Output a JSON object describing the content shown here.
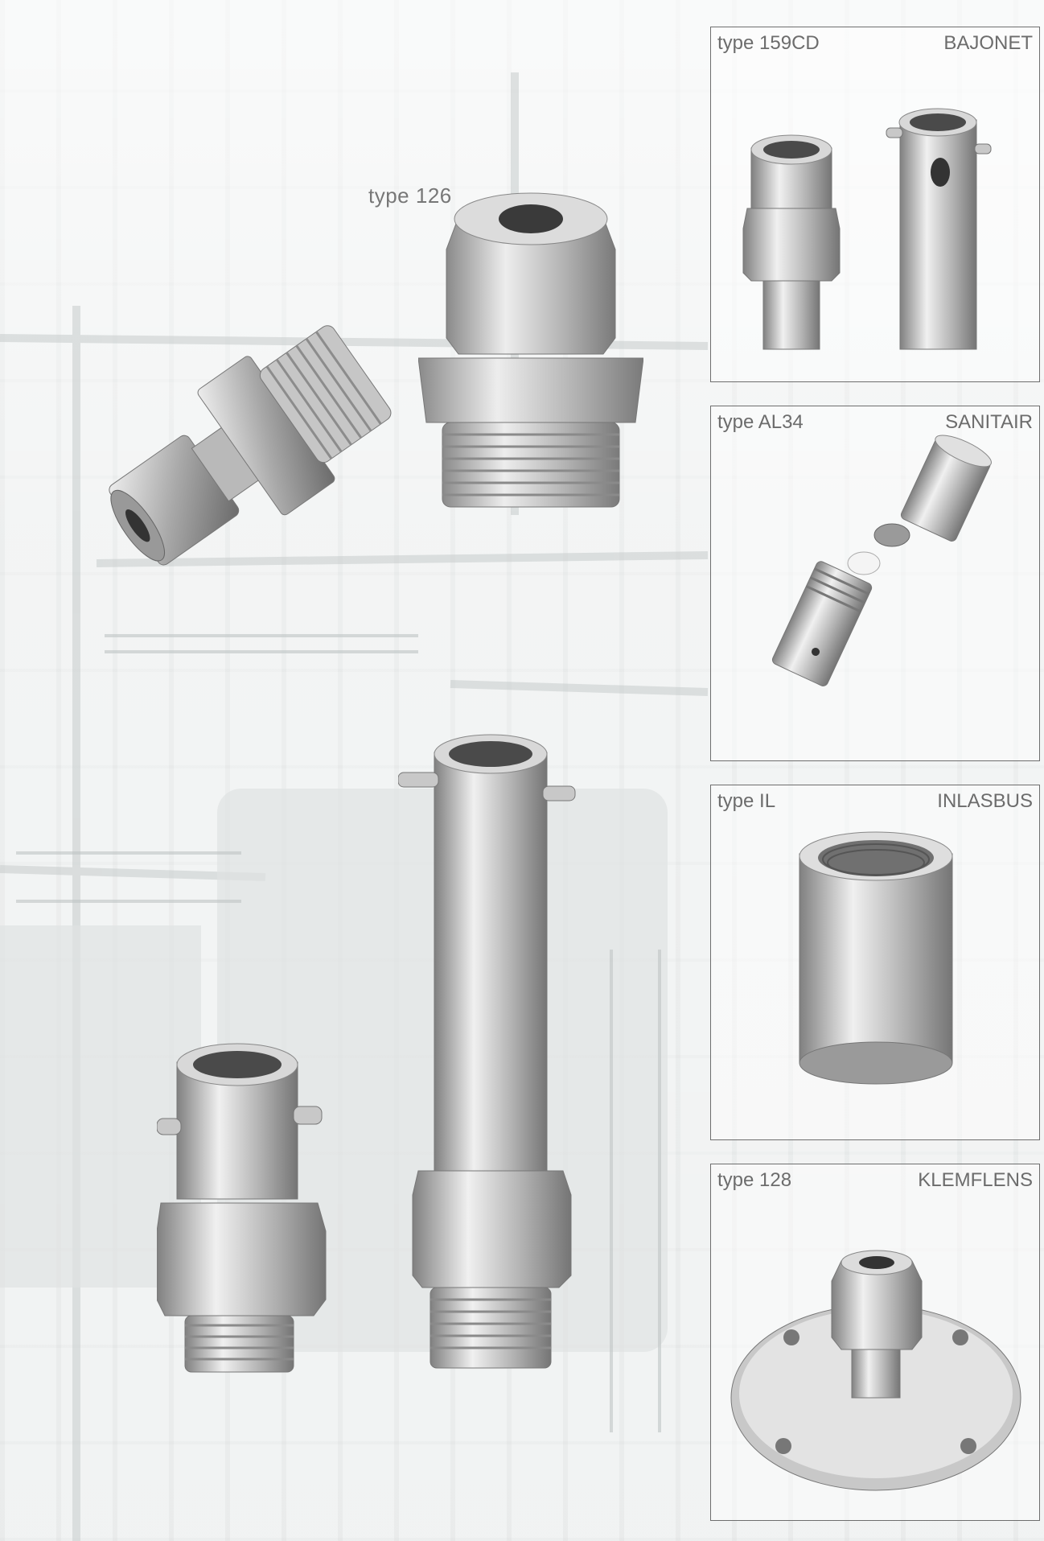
{
  "main": {
    "type_126_label": "type 126"
  },
  "boxes": [
    {
      "type": "type 159CD",
      "name": "BAJONET"
    },
    {
      "type": "type AL34",
      "name": "SANITAIR"
    },
    {
      "type": "type IL",
      "name": "INLASBUS"
    },
    {
      "type": "type 128",
      "name": "KLEMFLENS"
    }
  ],
  "colors": {
    "border": "#6e6e6e",
    "label_text": "#6c6c6c",
    "steel_light": "#d9d9d9",
    "steel_dark": "#8a8a8a"
  }
}
